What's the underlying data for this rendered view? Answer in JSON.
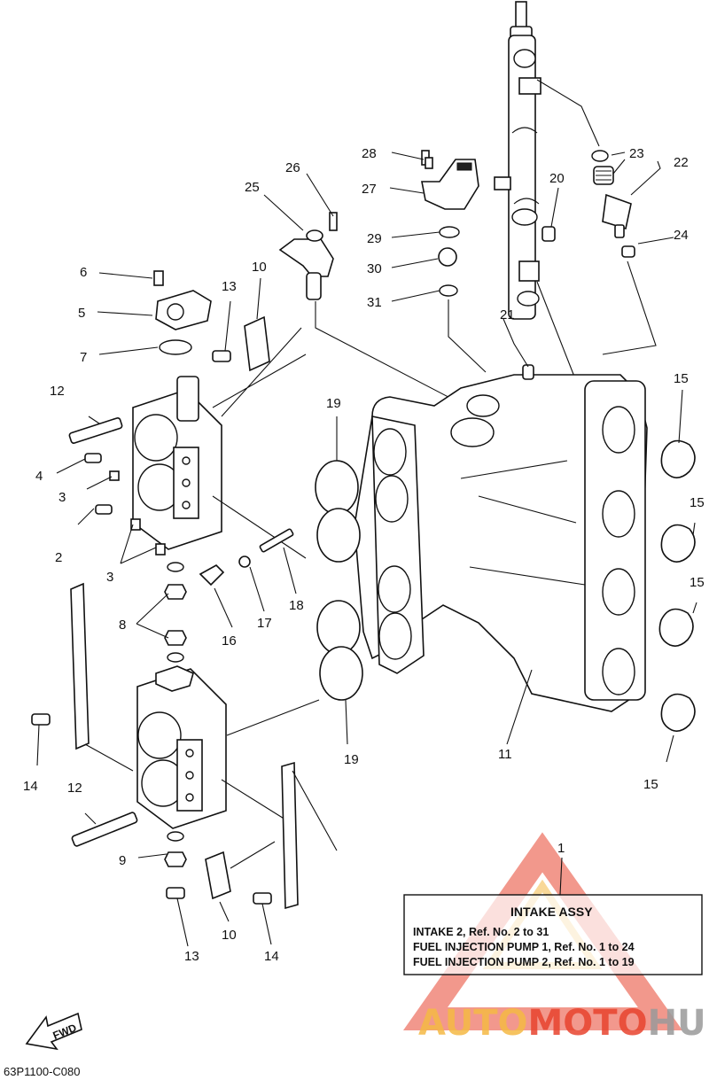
{
  "diagram": {
    "callouts": {
      "c1": "1",
      "c2": "2",
      "c3a": "3",
      "c3b": "3",
      "c4": "4",
      "c5": "5",
      "c6": "6",
      "c7": "7",
      "c8": "8",
      "c9": "9",
      "c10a": "10",
      "c10b": "10",
      "c11": "11",
      "c12a": "12",
      "c12b": "12",
      "c13a": "13",
      "c13b": "13",
      "c14a": "14",
      "c14b": "14",
      "c15a": "15",
      "c15b": "15",
      "c15c": "15",
      "c15d": "15",
      "c16": "16",
      "c17": "17",
      "c18": "18",
      "c19a": "19",
      "c19b": "19",
      "c20": "20",
      "c21": "21",
      "c22": "22",
      "c23": "23",
      "c24": "24",
      "c25": "25",
      "c26": "26",
      "c27": "27",
      "c28": "28",
      "c29": "29",
      "c30": "30",
      "c31": "31"
    },
    "info_box": {
      "title": "INTAKE ASSY",
      "line1": "INTAKE 2,   Ref. No. 2 to 31",
      "line2": "FUEL INJECTION PUMP 1,  Ref. No. 1 to 24",
      "line3": "FUEL INJECTION PUMP 2, Ref. No. 1 to 19"
    },
    "fwd_label": "FWD",
    "drawing_code": "63P1100-C080"
  },
  "watermark": {
    "text_auto": "AUTO",
    "text_moto": "MOTO",
    "text_hub": "HUB",
    "color_primary": "#e8442f",
    "color_secondary": "#f5b945",
    "color_hub": "#9a9a9a"
  }
}
